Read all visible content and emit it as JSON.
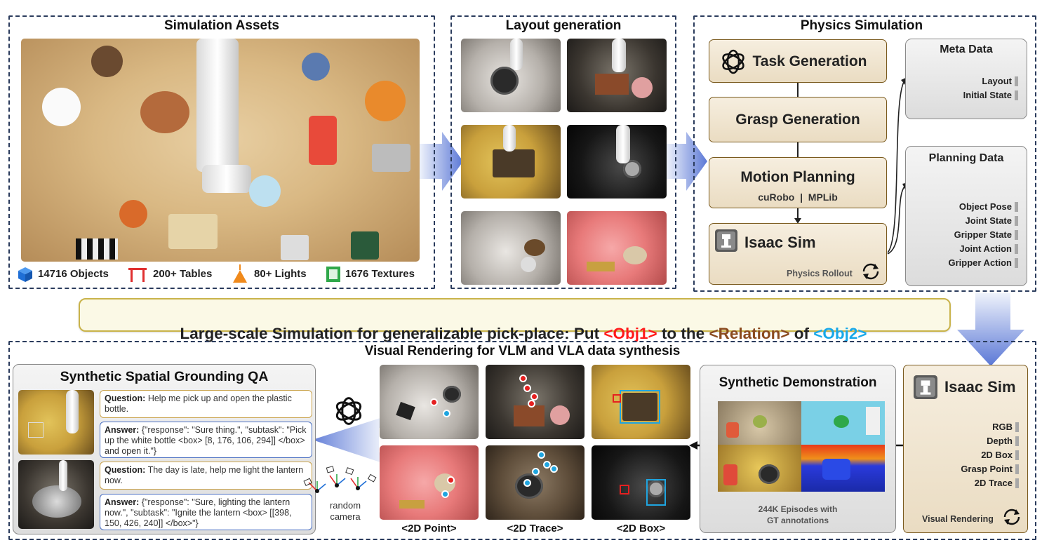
{
  "assets": {
    "title": "Simulation Assets",
    "stats": [
      {
        "icon": "cube-icon",
        "label": "14716 Objects",
        "color": "#1f6fd6"
      },
      {
        "icon": "table-icon",
        "label": "200+ Tables",
        "color": "#e03030"
      },
      {
        "icon": "lamp-icon",
        "label": "80+ Lights",
        "color": "#f08a1c"
      },
      {
        "icon": "texture-icon",
        "label": "1676 Textures",
        "color": "#2fa84a"
      }
    ]
  },
  "layout": {
    "title": "Layout generation"
  },
  "physics": {
    "title": "Physics Simulation",
    "task_generation": "Task Generation",
    "grasp_generation": "Grasp Generation",
    "motion_planning": "Motion Planning",
    "planners": "cuRobo  |  MPLib",
    "isaac_sim": "Isaac Sim",
    "physics_rollout": "Physics Rollout",
    "meta_data": {
      "title": "Meta Data",
      "items": [
        "Layout",
        "Initial State"
      ]
    },
    "planning_data": {
      "title": "Planning Data",
      "items": [
        "Object Pose",
        "Joint State",
        "Gripper State",
        "Joint Action",
        "Gripper Action"
      ]
    }
  },
  "banner": {
    "prefix": "Large-scale Simulation for generalizable pick-place: Put ",
    "obj1": "<Obj1>",
    "mid1": " to the ",
    "relation": "<Relation>",
    "mid2": " of ",
    "obj2": "<Obj2>",
    "colors": {
      "obj1": "#ff1a1a",
      "relation": "#8a4a1e",
      "obj2": "#18a8e8",
      "border": "#c9b34a",
      "bg": "#fbf9e6"
    }
  },
  "rendering": {
    "title": "Visual Rendering for VLM and VLA data synthesis",
    "qa": {
      "title": "Synthetic Spatial Grounding QA",
      "items": [
        {
          "q_label": "Question:",
          "q_text": "Help me pick up and open the plastic bottle.",
          "a_label": "Answer:",
          "a_text": "{\"response\": \"Sure thing.\", \"subtask\": \"Pick up the white bottle <box> [8, 176, 106, 294]] </box> and open it.\"}"
        },
        {
          "q_label": "Question:",
          "q_text": "The day is late, help me light the lantern now.",
          "a_label": "Answer:",
          "a_text": "{\"response\": \"Sure, lighting the lantern now.\", \"subtask\": \"Ignite the lantern <box> [[398, 150, 426, 240]] </box>\"}"
        }
      ]
    },
    "camera_label_1": "random",
    "camera_label_2": "camera",
    "captions": [
      "<2D Point>",
      "<2D Trace>",
      "<2D Box>"
    ],
    "demo": {
      "title": "Synthetic Demonstration",
      "footer_1": "244K Episodes with",
      "footer_2": "GT annotations"
    },
    "isaac": {
      "title": "Isaac Sim",
      "items": [
        "RGB",
        "Depth",
        "2D Box",
        "Grasp Point",
        "2D Trace"
      ],
      "footer": "Visual Rendering"
    }
  }
}
